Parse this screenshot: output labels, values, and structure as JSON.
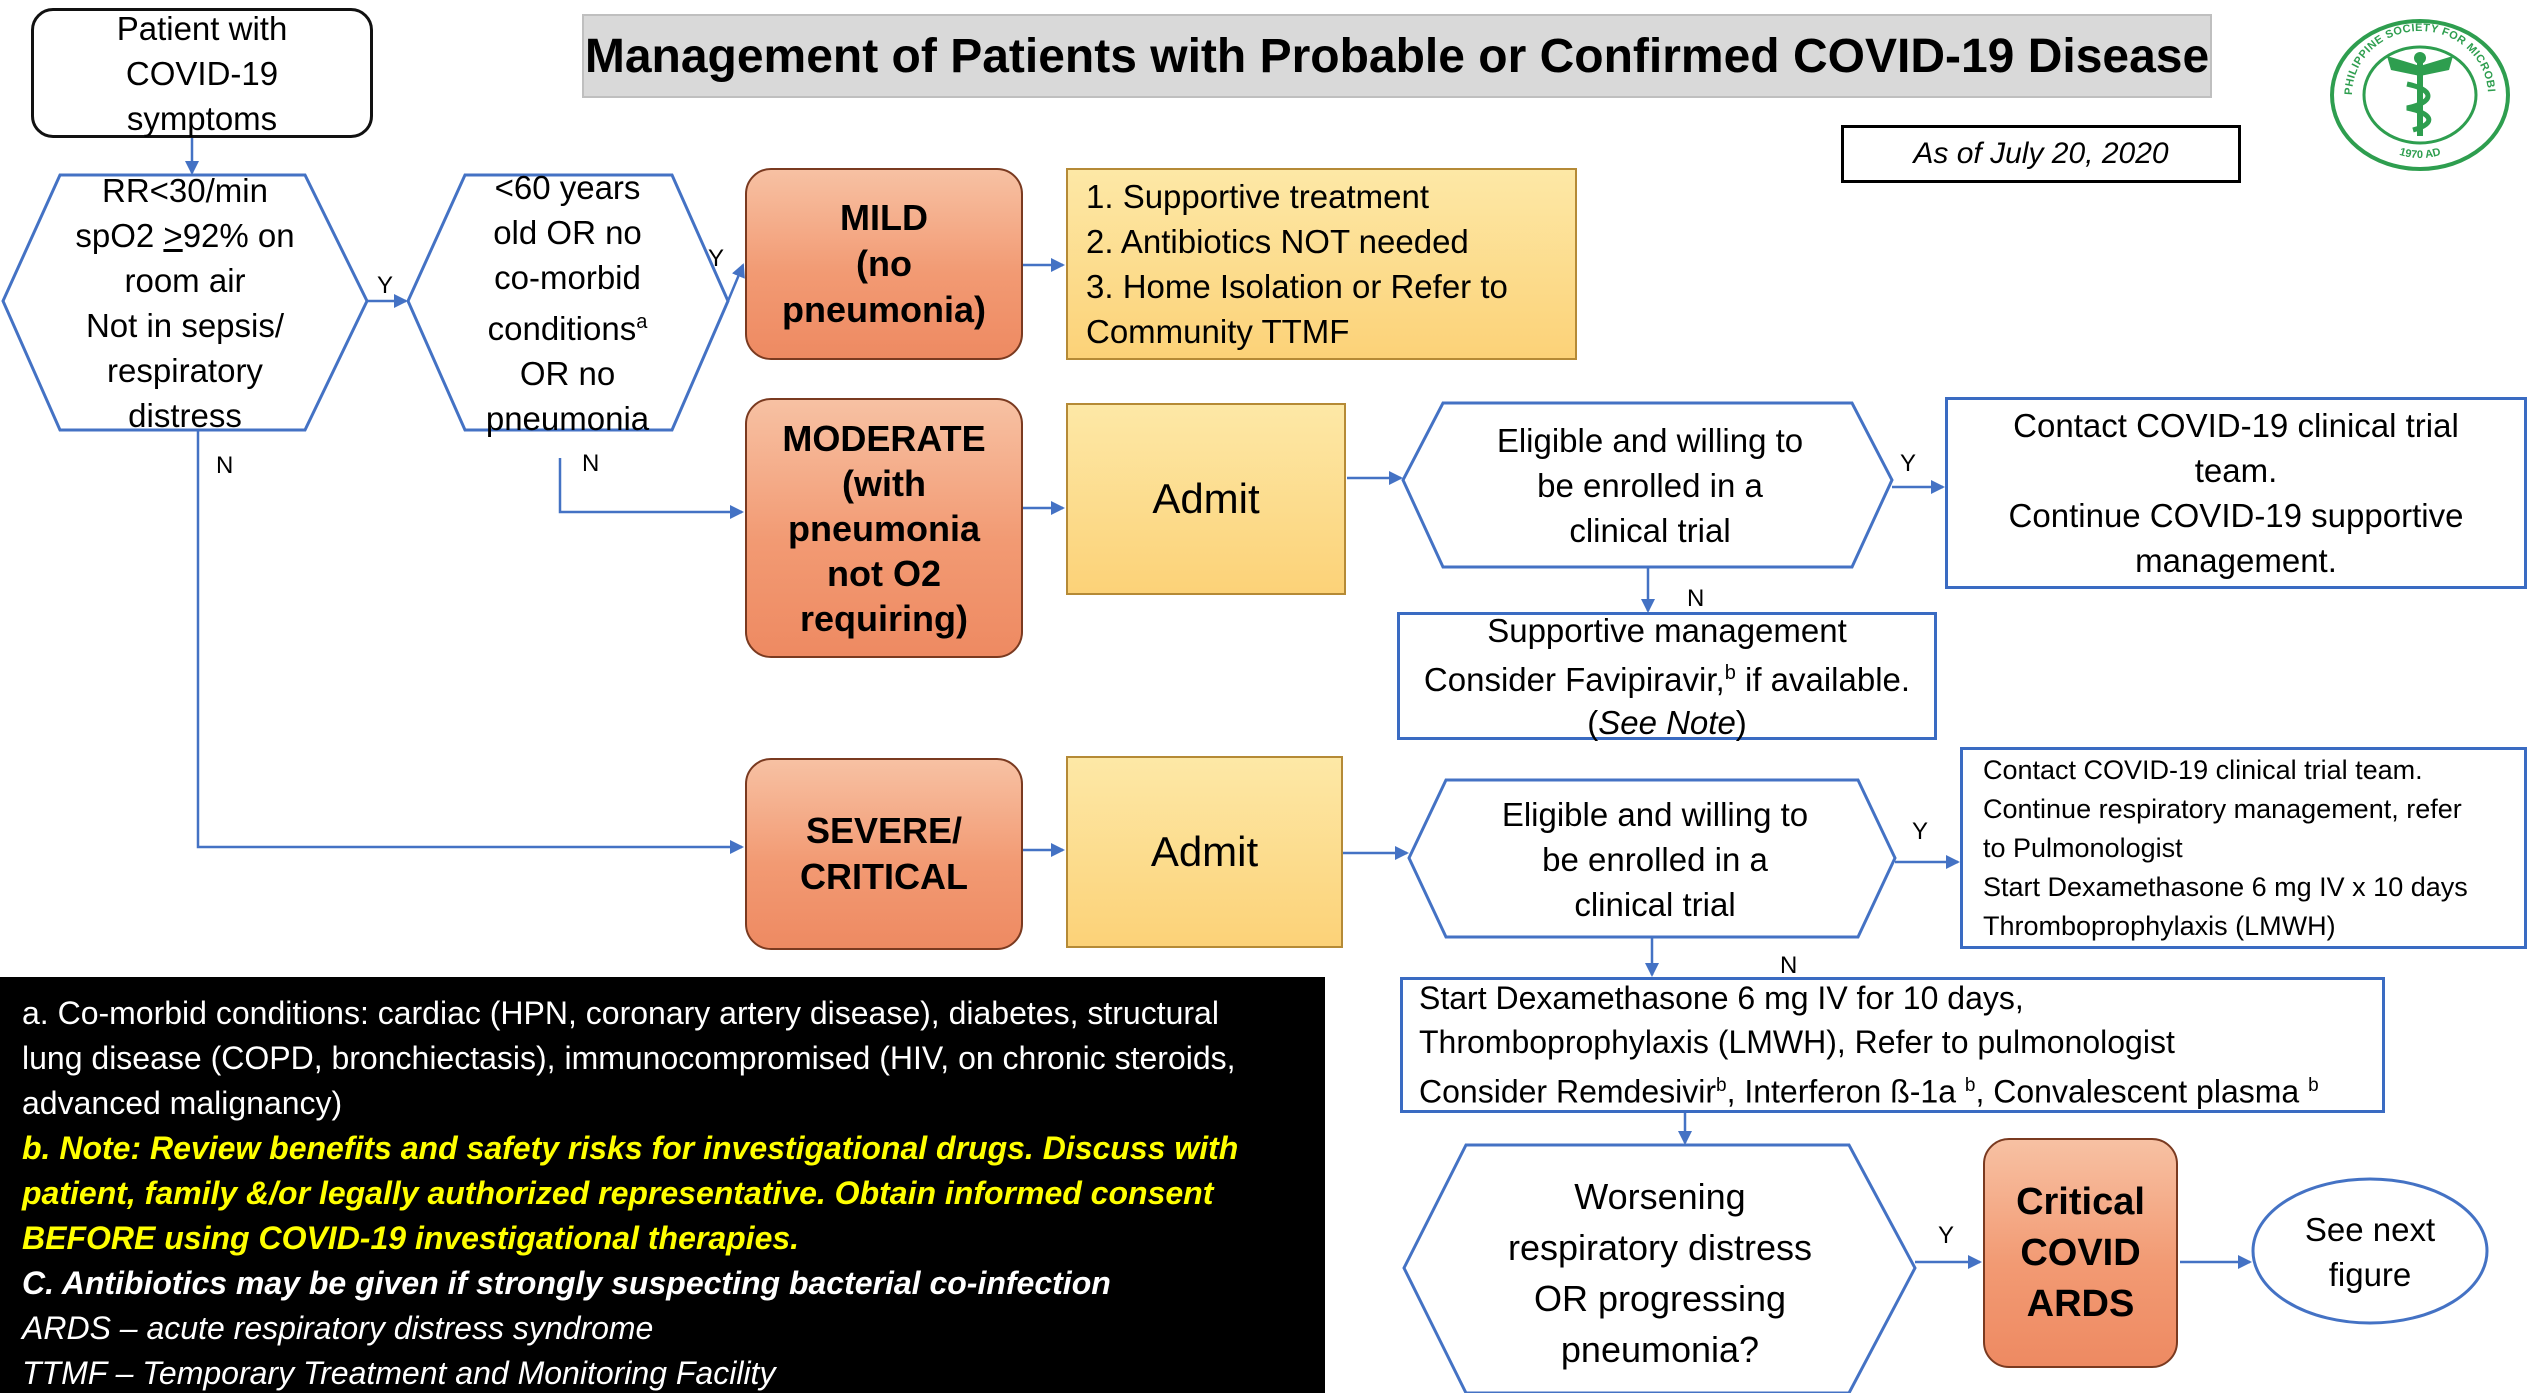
{
  "title": "Management of Patients with Probable or Confirmed COVID-19 Disease",
  "as_of": "As of July 20, 2020",
  "logo": {
    "ring_text": "PHILIPPINE SOCIETY FOR MICROBIOLOGY AND INFECTIOUS DISEASES",
    "year": "1970 AD",
    "color": "#2e9e4f"
  },
  "colors": {
    "arrow": "#4472c4",
    "severity_fill": "#f29a73",
    "action_fill": "#fcd278",
    "box_border": "#3a6bc2"
  },
  "start": [
    "Patient with",
    "COVID-19",
    "symptoms"
  ],
  "q1": [
    "RR<30/min",
    "spO2 >92% on",
    "room air",
    "Not in sepsis/",
    "respiratory",
    "distress"
  ],
  "q2": {
    "l1": "<60 years",
    "l2": "old OR no",
    "l3": "co-morbid",
    "l4_main": "conditions",
    "l4_sup": "a",
    "l5": "OR no",
    "l6": "pneumonia"
  },
  "labels": {
    "yes": "Y",
    "no": "N"
  },
  "mild": {
    "lines": [
      "MILD",
      "(no",
      "pneumonia)"
    ],
    "actions": [
      "1. Supportive treatment",
      "2. Antibiotics NOT needed",
      "3. Home Isolation or Refer to",
      "Community TTMF"
    ]
  },
  "moderate": {
    "lines": [
      "MODERATE",
      "(with",
      "pneumonia",
      "not O2",
      "requiring)"
    ],
    "admit": "Admit",
    "trial_q": [
      "Eligible and willing to",
      "be enrolled in a",
      "clinical trial"
    ],
    "trial_yes": [
      "Contact COVID-19 clinical trial",
      "team.",
      "Continue COVID-19 supportive",
      "management."
    ],
    "trial_no": {
      "l1": "Supportive management",
      "l2_main": "Consider Favipiravir,",
      "l2_sup": "b",
      "l2_end": " if available.",
      "l3_pre": "(",
      "l3_ital": "See Note",
      "l3_post": ")"
    }
  },
  "severe": {
    "lines": [
      "SEVERE/",
      "CRITICAL"
    ],
    "admit": "Admit",
    "trial_q": [
      "Eligible and willing to",
      "be enrolled in a",
      "clinical trial"
    ],
    "trial_yes": [
      "Contact COVID-19 clinical trial team.",
      "Continue respiratory management, refer",
      "to Pulmonologist",
      "Start Dexamethasone 6 mg IV x 10 days",
      "Thromboprophylaxis (LMWH)"
    ],
    "trial_no": {
      "l1": "Start Dexamethasone 6 mg IV for 10 days,",
      "l2": "Thromboprophylaxis (LMWH), Refer to pulmonologist",
      "l3_a": "Consider Remdesivir",
      "sup1": "b",
      "l3_b": ", Interferon ß-1a ",
      "sup2": "b",
      "l3_c": ", Convalescent plasma ",
      "sup3": "b"
    }
  },
  "worsening": [
    "Worsening",
    "respiratory distress",
    "OR progressing",
    "pneumonia?"
  ],
  "ards": [
    "Critical",
    "COVID",
    "ARDS"
  ],
  "next": [
    "See next",
    "figure"
  ],
  "notes": {
    "a": [
      "a. Co-morbid conditions:  cardiac (HPN, coronary artery disease), diabetes, structural",
      "lung disease (COPD, bronchiectasis), immunocompromised (HIV, on chronic steroids,",
      "advanced malignancy)"
    ],
    "b": [
      "b. Note:  Review benefits and safety risks for investigational drugs.  Discuss with",
      "patient, family &/or legally authorized representative.  Obtain informed consent",
      "BEFORE using COVID-19 investigational therapies."
    ],
    "c": "C. Antibiotics may be given if strongly suspecting bacterial co-infection",
    "ards": "ARDS – acute respiratory distress syndrome",
    "ttmf": "TTMF – Temporary Treatment and Monitoring Facility"
  }
}
